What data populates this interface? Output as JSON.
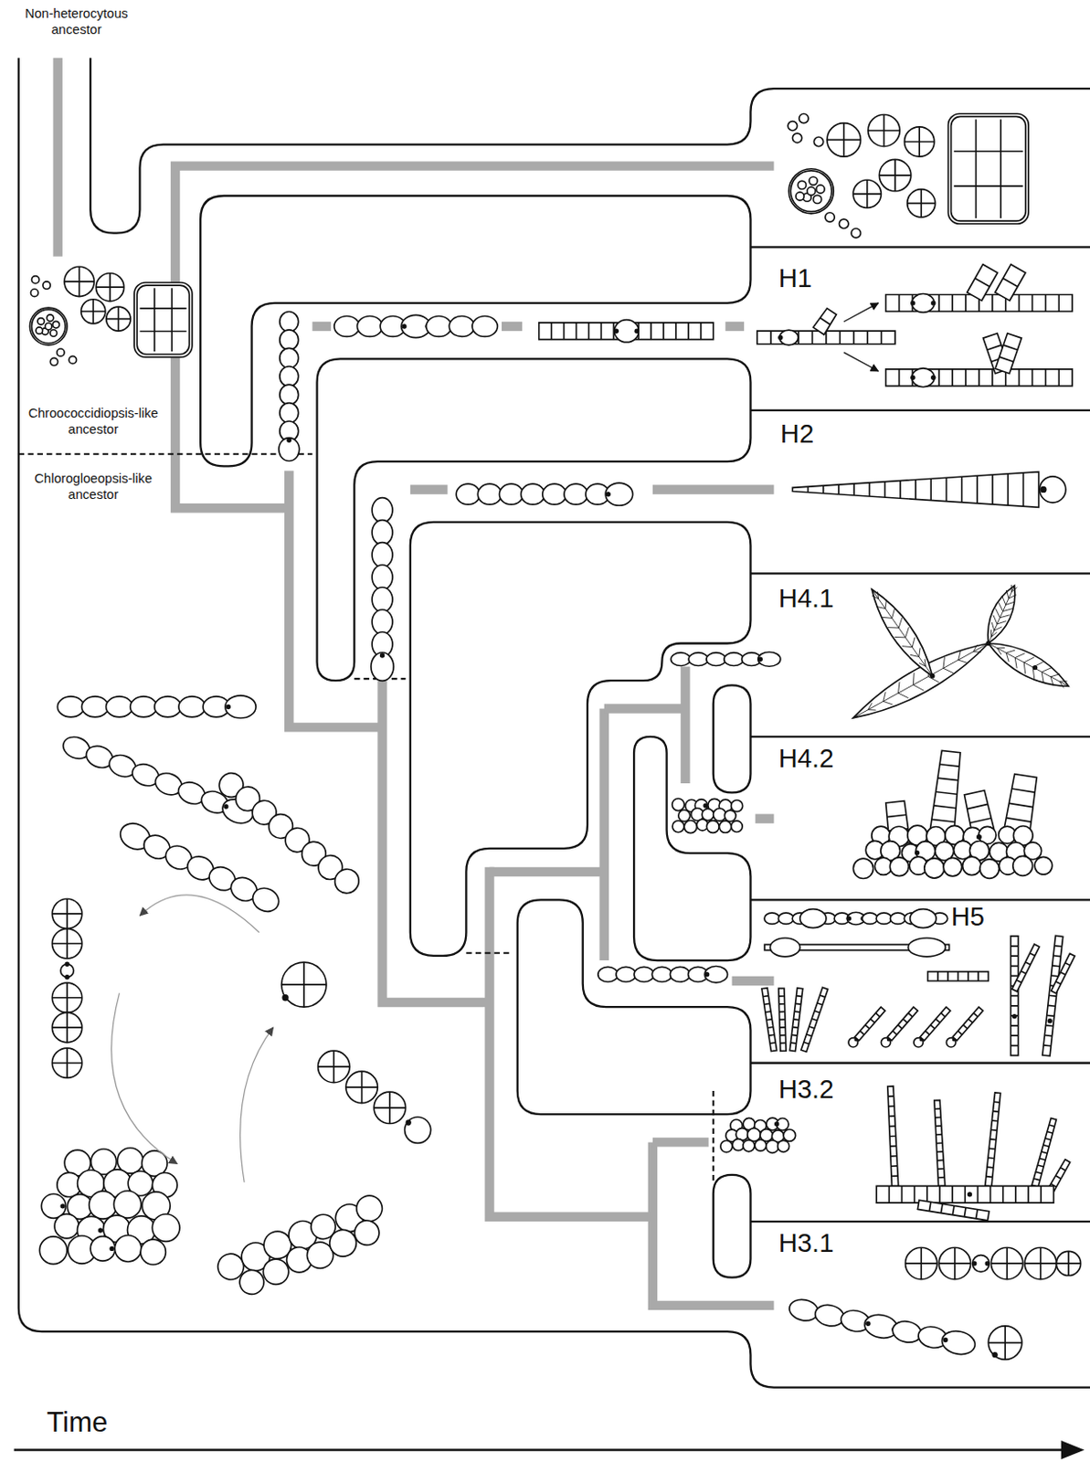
{
  "diagram": {
    "nodes": [
      {
        "text": [
          "H1"
        ]
      },
      {
        "text": [
          "H2"
        ]
      },
      {
        "text": [
          "H4.1"
        ]
      },
      {
        "text": [
          "H4.2"
        ]
      },
      {
        "text": [
          "H5"
        ]
      },
      {
        "text": [
          "H3.2"
        ]
      },
      {
        "text": [
          "H3.1"
        ]
      }
    ],
    "labels": [
      "Non-heterocytous ancestor",
      "Chroococcidiopsis-like ancestor",
      "Chlorogloeopsis-like ancestor",
      "Time"
    ]
  }
}
